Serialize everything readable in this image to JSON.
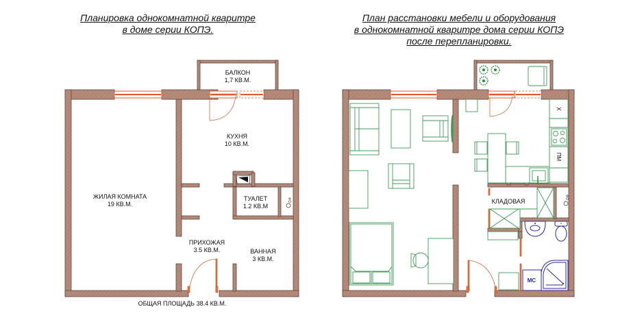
{
  "left_plan": {
    "title_line1": "Планировка однокомнатной кваритре",
    "title_line2": "в доме серии КОПЭ.",
    "rooms": {
      "balcony": {
        "name": "БАЛКОН",
        "area": "1,7 КВ.М."
      },
      "kitchen": {
        "name": "КУХНЯ",
        "area": "10 КВ.М."
      },
      "living_room": {
        "name": "ЖИЛАЯ КОМНАТА",
        "area": "19 КВ.М."
      },
      "toilet": {
        "name": "ТУАЛЕТ",
        "area": "1.2 КВ.М"
      },
      "hallway": {
        "name": "ПРИХОЖАЯ",
        "area": "3.5 КВ.М."
      },
      "bathroom": {
        "name": "ВАННАЯ",
        "area": "3 КВ.М."
      }
    },
    "total_area": "ОБЩАЯ ПЛОЩАДЬ 38.4 КВ.М."
  },
  "right_plan": {
    "title_line1": "План расстановки мебели и оборудования",
    "title_line2": "в однокомнатной кваритре дома серии КОПЭ",
    "title_line3": "после перепланировки.",
    "rooms": {
      "storage": {
        "name": "КЛАДОВАЯ"
      }
    },
    "appliance_labels": {
      "fridge": "Х",
      "dishwasher": "ПМ",
      "washing_machine": "МС"
    }
  },
  "colors": {
    "wall_fill": "#b58a78",
    "wall_stroke": "#5a4a44",
    "furniture": "#3e9a5a",
    "plumbing": "#2a2aa0",
    "window_door": "#e2582c"
  }
}
